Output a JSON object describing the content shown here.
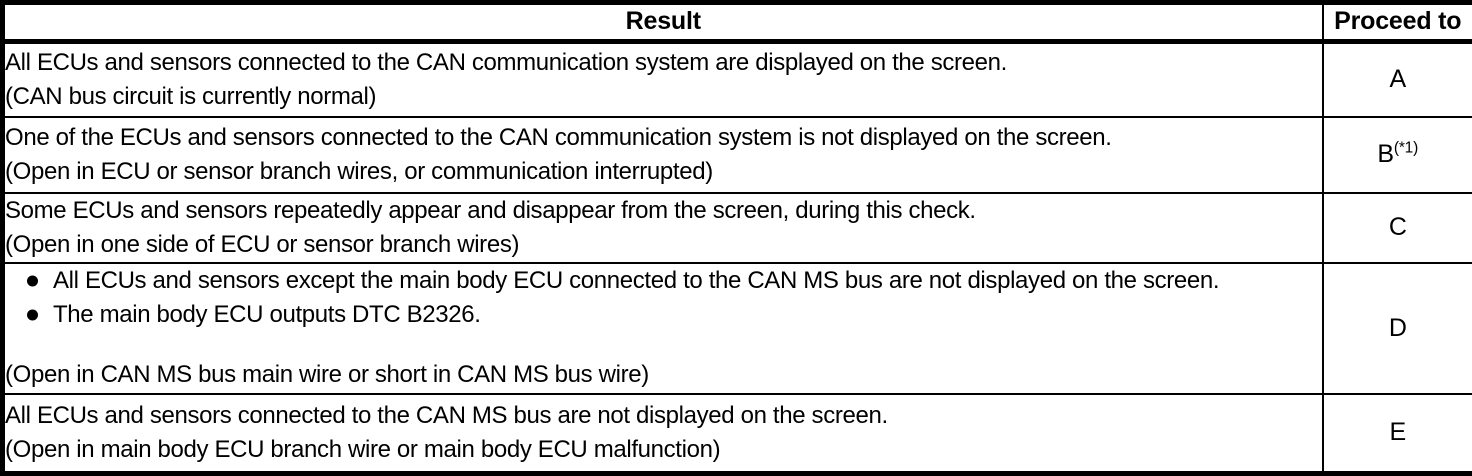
{
  "table": {
    "headers": {
      "result": "Result",
      "proceed": "Proceed to"
    },
    "rows": [
      {
        "result_lines": [
          "All ECUs and sensors connected to the CAN communication system are displayed on the screen.",
          "(CAN bus circuit is currently normal)"
        ],
        "bullets": [],
        "proceed": "A",
        "proceed_sup": ""
      },
      {
        "result_lines": [
          "One of the ECUs and sensors connected to the CAN communication system is not displayed on the screen.",
          "(Open in ECU or sensor branch wires, or communication interrupted)"
        ],
        "bullets": [],
        "proceed": "B",
        "proceed_sup": "(*1)"
      },
      {
        "result_lines": [
          "Some ECUs and sensors repeatedly appear and disappear from the screen, during this check.",
          "(Open in one side of ECU or sensor branch wires)"
        ],
        "bullets": [],
        "proceed": "C",
        "proceed_sup": ""
      },
      {
        "result_lines": [
          "(Open in CAN MS bus main wire or short in CAN MS bus wire)"
        ],
        "bullets": [
          "All ECUs and sensors except the main body ECU connected to the CAN MS bus are not displayed on the screen.",
          "The main body ECU outputs DTC B2326."
        ],
        "proceed": "D",
        "proceed_sup": ""
      },
      {
        "result_lines": [
          "All ECUs and sensors connected to the CAN MS bus are not displayed on the screen.",
          "(Open in main body ECU branch wire or main body ECU malfunction)"
        ],
        "bullets": [],
        "proceed": "E",
        "proceed_sup": ""
      }
    ]
  },
  "colors": {
    "border": "#000000",
    "background": "#ffffff",
    "text": "#000000"
  }
}
